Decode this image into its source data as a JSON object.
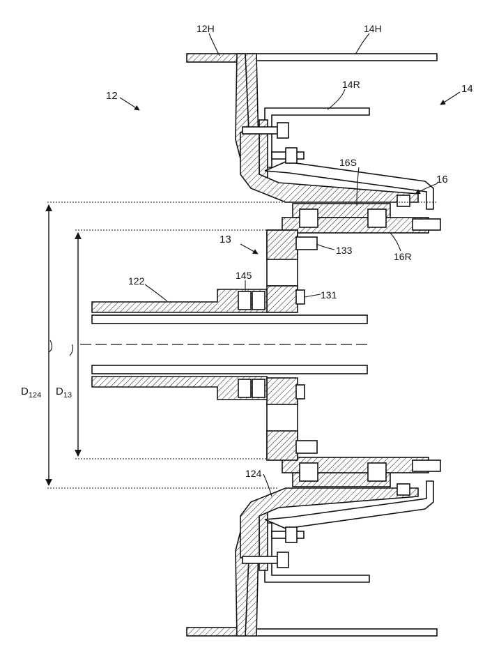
{
  "labels": {
    "l_12H": "12H",
    "l_14H": "14H",
    "l_12": "12",
    "l_14R": "14R",
    "l_14": "14",
    "l_16S": "16S",
    "l_16": "16",
    "l_13": "13",
    "l_133": "133",
    "l_16R": "16R",
    "l_145": "145",
    "l_122": "122",
    "l_131": "131",
    "l_124": "124",
    "d124_main": "D",
    "d124_sub": "124",
    "d13_main": "D",
    "d13_sub": "13"
  }
}
